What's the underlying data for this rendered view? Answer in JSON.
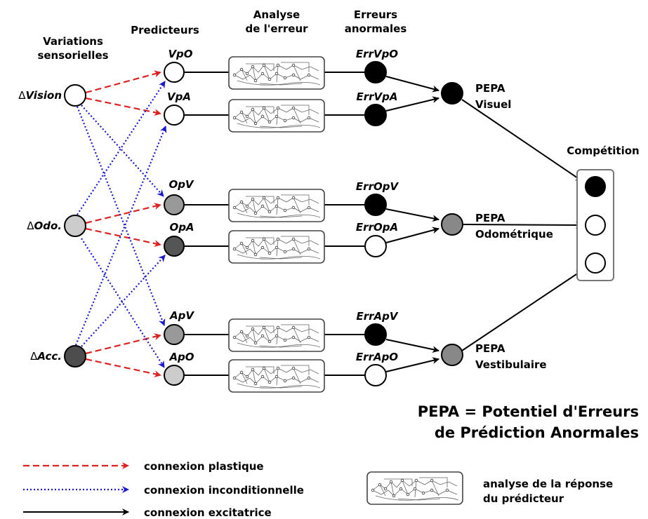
{
  "headers": {
    "variations_line1": "Variations",
    "variations_line2": "sensorielles",
    "predicteurs": "Predicteurs",
    "analyse_line1": "Analyse",
    "analyse_line2": "de l'erreur",
    "erreurs_line1": "Erreurs",
    "erreurs_line2": "anormales",
    "competition": "Compétition"
  },
  "inputs": [
    {
      "prefix": "Δ",
      "name": "Vision",
      "fill": "#ffffff"
    },
    {
      "prefix": "Δ",
      "name": "Odo.",
      "fill": "#cccccc"
    },
    {
      "prefix": "Δ",
      "name": "Acc.",
      "fill": "#4d4d4d"
    }
  ],
  "predictors": [
    {
      "label": "VpO",
      "fill": "#ffffff"
    },
    {
      "label": "VpA",
      "fill": "#ffffff"
    },
    {
      "label": "OpV",
      "fill": "#999999"
    },
    {
      "label": "OpA",
      "fill": "#555555"
    },
    {
      "label": "ApV",
      "fill": "#999999"
    },
    {
      "label": "ApO",
      "fill": "#cccccc"
    }
  ],
  "errors": [
    {
      "label": "ErrVpO",
      "fill": "#000000"
    },
    {
      "label": "ErrVpA",
      "fill": "#000000"
    },
    {
      "label": "ErrOpV",
      "fill": "#000000"
    },
    {
      "label": "ErrOpA",
      "fill": "#ffffff"
    },
    {
      "label": "ErrApV",
      "fill": "#000000"
    },
    {
      "label": "ErrApO",
      "fill": "#ffffff"
    }
  ],
  "pepa": [
    {
      "line1": "PEPA",
      "line2": "Visuel",
      "fill": "#000000"
    },
    {
      "line1": "PEPA",
      "line2": "Odométrique",
      "fill": "#888888"
    },
    {
      "line1": "PEPA",
      "line2": "Vestibulaire",
      "fill": "#888888"
    }
  ],
  "competition_nodes": [
    {
      "fill": "#000000"
    },
    {
      "fill": "#ffffff"
    },
    {
      "fill": "#ffffff"
    }
  ],
  "definition": {
    "line1": "PEPA = Potentiel d'Erreurs",
    "line2": "de Prédiction Anormales"
  },
  "legend": {
    "plastic": "connexion plastique",
    "unconditional": "connexion inconditionnelle",
    "excitatory": "connexion excitatrice",
    "analysis_line1": "analyse de la réponse",
    "analysis_line2": "du prédicteur"
  },
  "colors": {
    "plastic": "#dd2222",
    "unconditional": "#1a1acc",
    "excitatory": "#000000",
    "box_border": "#444444"
  }
}
